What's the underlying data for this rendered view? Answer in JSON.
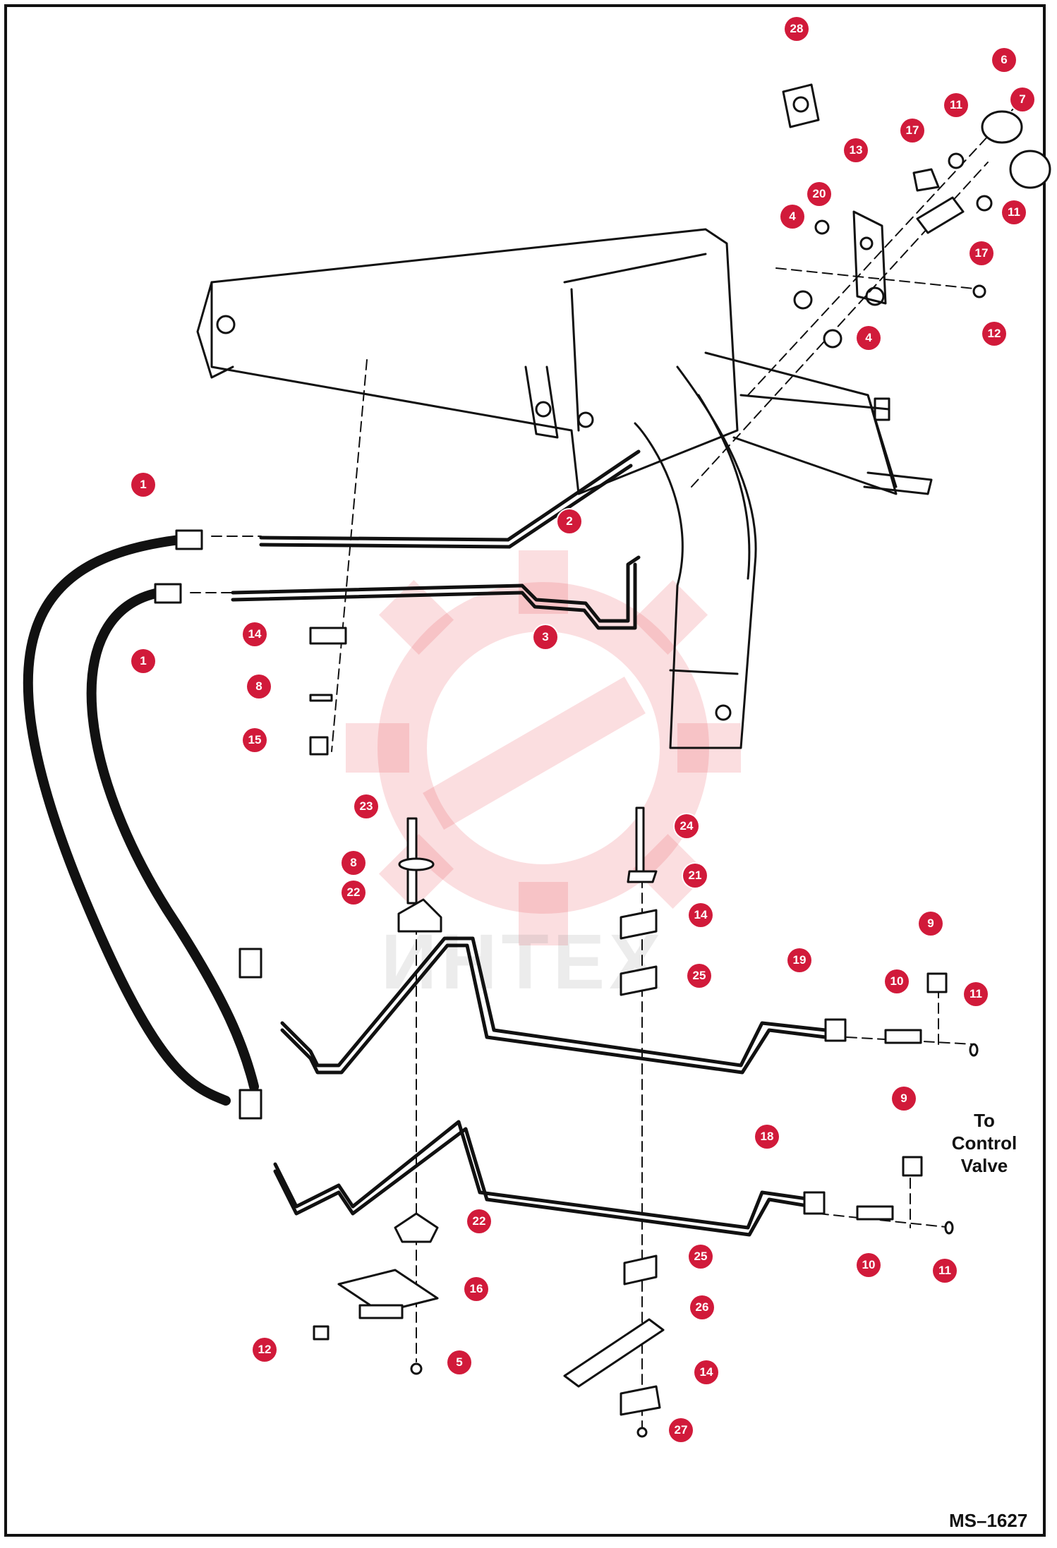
{
  "note_label": {
    "line1": "To",
    "line2": "Control",
    "line3": "Valve"
  },
  "drawing_code": "MS–1627",
  "watermark": "ИНТЕХ",
  "colors": {
    "callout": "#d11a3a",
    "line": "#111111",
    "watermark": "#e84a55"
  },
  "callouts": [
    {
      "n": "28"
    },
    {
      "n": "6"
    },
    {
      "n": "7"
    },
    {
      "n": "11"
    },
    {
      "n": "17"
    },
    {
      "n": "13"
    },
    {
      "n": "20"
    },
    {
      "n": "4"
    },
    {
      "n": "11"
    },
    {
      "n": "17"
    },
    {
      "n": "12"
    },
    {
      "n": "4"
    },
    {
      "n": "1"
    },
    {
      "n": "2"
    },
    {
      "n": "3"
    },
    {
      "n": "1"
    },
    {
      "n": "14"
    },
    {
      "n": "8"
    },
    {
      "n": "15"
    },
    {
      "n": "23"
    },
    {
      "n": "24"
    },
    {
      "n": "8"
    },
    {
      "n": "21"
    },
    {
      "n": "22"
    },
    {
      "n": "14"
    },
    {
      "n": "9"
    },
    {
      "n": "19"
    },
    {
      "n": "10"
    },
    {
      "n": "11"
    },
    {
      "n": "25"
    },
    {
      "n": "9"
    },
    {
      "n": "18"
    },
    {
      "n": "22"
    },
    {
      "n": "25"
    },
    {
      "n": "10"
    },
    {
      "n": "11"
    },
    {
      "n": "16"
    },
    {
      "n": "26"
    },
    {
      "n": "12"
    },
    {
      "n": "5"
    },
    {
      "n": "14"
    },
    {
      "n": "27"
    }
  ]
}
